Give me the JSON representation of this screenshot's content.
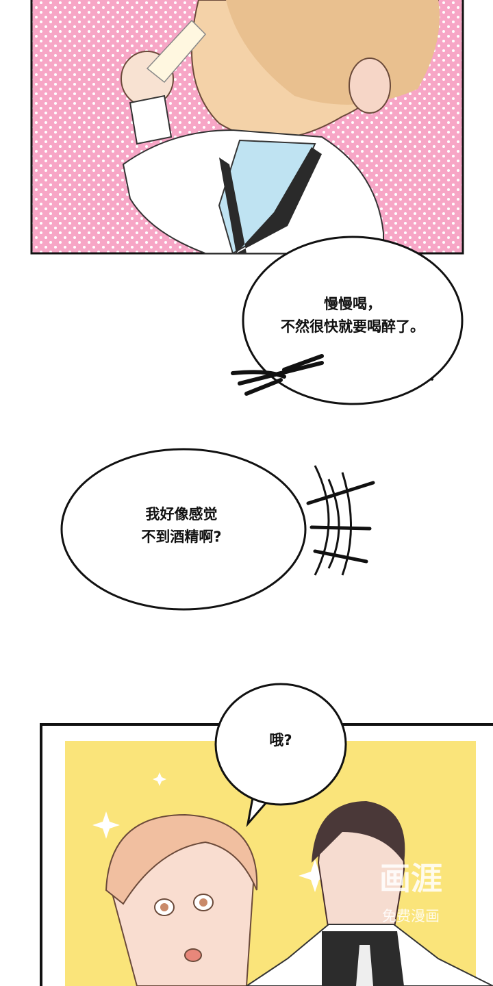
{
  "bubbles": [
    {
      "text": "慢慢喝，\n不然很快就要喝醉了。"
    },
    {
      "text": "我好像感觉\n不到酒精啊?"
    },
    {
      "text": "哦?"
    }
  ],
  "watermark": {
    "logo": "画涯",
    "caption": "免费漫画"
  },
  "colors": {
    "pink_panel": "#f7a6c6",
    "yellow_panel": "#fae47a",
    "ink": "#111111"
  }
}
